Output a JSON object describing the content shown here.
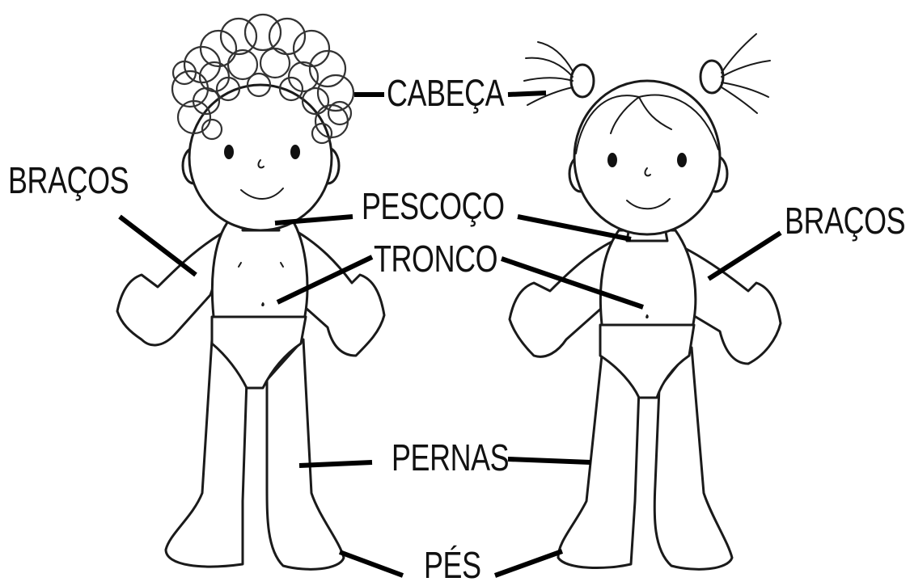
{
  "figures": [
    {
      "description": "boy-outline"
    },
    {
      "description": "girl-outline"
    }
  ],
  "labels": {
    "cabeca": "CABEÇA",
    "bracos_left": "BRAÇOS",
    "bracos_right": "BRAÇOS",
    "pescoco": "PESCOÇO",
    "tronco": "TRONCO",
    "pernas": "PERNAS",
    "pes": "PÉS"
  }
}
